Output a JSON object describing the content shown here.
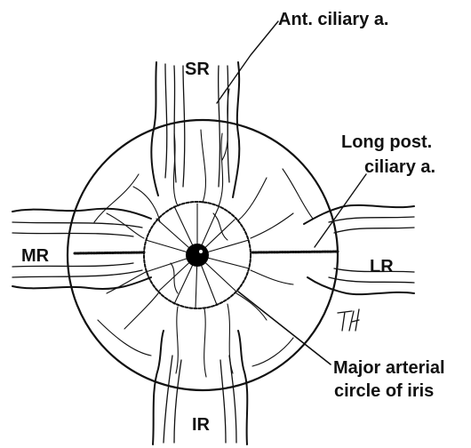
{
  "labels": {
    "ant_ciliary": "Ant. ciliary a.",
    "long_post_1": "Long post.",
    "long_post_2": "ciliary a.",
    "sr": "SR",
    "mr": "MR",
    "lr": "LR",
    "ir": "IR",
    "major_1": "Major arterial",
    "major_2": "circle of iris",
    "signature": "TH"
  },
  "colors": {
    "ink": "#111111",
    "background": "#ffffff",
    "pupil": "#000000"
  }
}
